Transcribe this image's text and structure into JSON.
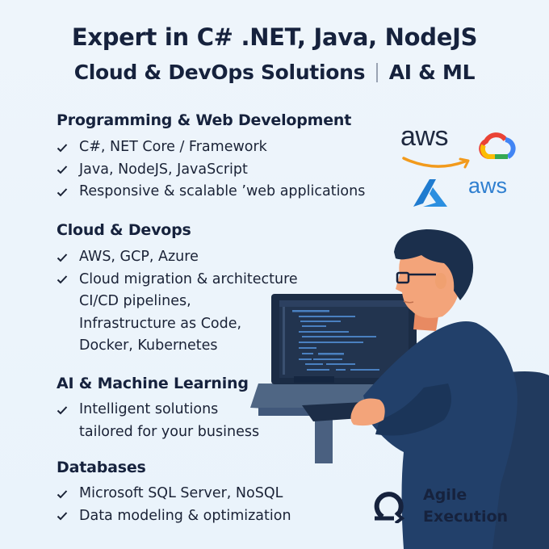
{
  "header": {
    "title_line1": "Expert in C# .NET, Java, NodeJS",
    "title_line2_left": "Cloud & DevOps Solutions",
    "title_line2_right": "AI & ML"
  },
  "sections": [
    {
      "heading": "Programming & Web Development",
      "items": [
        {
          "check": true,
          "text": "C#, NET Core / Framework"
        },
        {
          "check": true,
          "text": "Java, NodeJS, JavaScript"
        },
        {
          "check": true,
          "text": "Responsive & scalable ’web applications"
        }
      ]
    },
    {
      "heading": "Cloud & Devops",
      "items": [
        {
          "check": true,
          "text": "AWS, GCP, Azure"
        },
        {
          "check": true,
          "text": "Cloud migration & architecture"
        },
        {
          "check": false,
          "text": "CI/CD pipelines,"
        },
        {
          "check": false,
          "text": "Infrastructure as Code,"
        },
        {
          "check": false,
          "text": "Docker, Kubernetes"
        }
      ]
    },
    {
      "heading": "AI & Machine Learning",
      "items": [
        {
          "check": true,
          "text": "Intelligent solutions"
        },
        {
          "check": false,
          "text": "tailored for your business"
        }
      ]
    },
    {
      "heading": "Databases",
      "items": [
        {
          "check": true,
          "text": "Microsoft SQL Server, NoSQL"
        },
        {
          "check": true,
          "text": "Data modeling & optimization"
        }
      ]
    }
  ],
  "logos": {
    "aws_top": "aws",
    "aws_blue": "aws",
    "icons": [
      "aws-logo",
      "google-cloud-logo",
      "azure-logo",
      "aws-text-logo"
    ]
  },
  "badge": {
    "line1": "Agile",
    "line2": "Execution",
    "icon": "agile-cycle-icon"
  },
  "colors": {
    "background": "#edf4fb",
    "text_dark": "#16223d",
    "aws_orange": "#f29a1c",
    "azure_blue": "#2f7fd0",
    "shirt_navy": "#22406a",
    "desk": "#4f6684"
  }
}
